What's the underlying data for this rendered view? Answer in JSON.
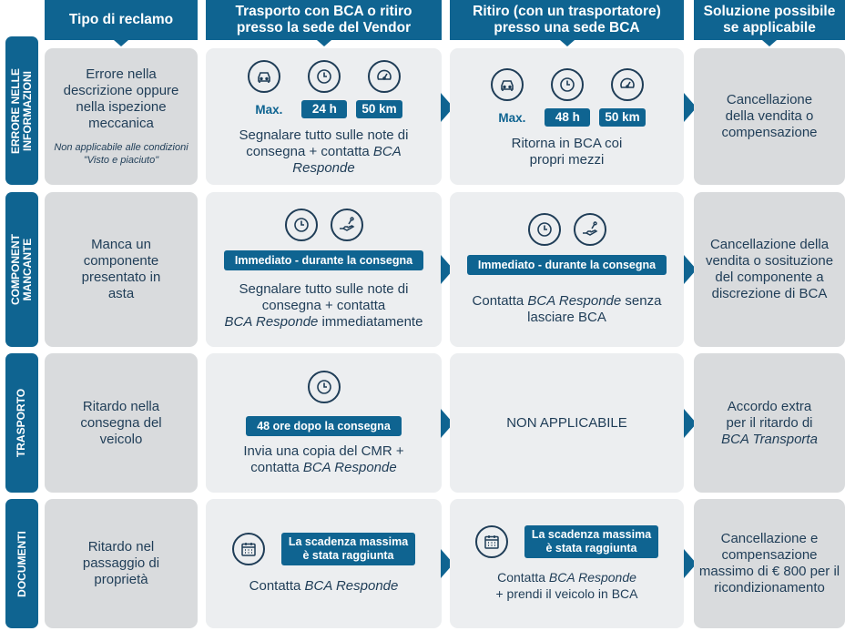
{
  "headers": [
    "Tipo di reclamo",
    "Trasporto con BCA o ritiro presso la sede del Vendor",
    "Ritiro (con un trasportatore) presso una sede BCA",
    "Soluzione possibile se applicabile"
  ],
  "rows": [
    {
      "label_lines": [
        "ERRORE NELLE",
        "INFORMAZIONI"
      ],
      "type_text": "Errore nella descrizione oppure nella ispezione meccanica",
      "type_note": "Non applicabile alle condizioni \"Visto e piaciuto\"",
      "col1": {
        "icons": [
          "car-icon",
          "clock-icon",
          "speedometer-icon"
        ],
        "max_label": "Max.",
        "badges": [
          "24 h",
          "50 km"
        ],
        "text_plain": "Segnalare tutto sulle note di consegna + contatta ",
        "text_italic": "BCA Responde"
      },
      "col2": {
        "icons": [
          "car-icon",
          "clock-icon",
          "speedometer-icon"
        ],
        "max_label": "Max.",
        "badges": [
          "48 h",
          "50 km"
        ],
        "text_plain": "Ritorna in BCA coi propri mezzi"
      },
      "solution": "Cancellazione della vendita o compensazione"
    },
    {
      "label_lines": [
        "COMPONENT",
        "MANCANTE"
      ],
      "type_text": "Manca un componente presentato in asta",
      "col1": {
        "icons": [
          "clock-icon",
          "hand-wrench-icon"
        ],
        "pill": "Immediato - durante la consegna",
        "text_plain_1": "Segnalare tutto sulle note di consegna + contatta",
        "text_italic": "BCA Responde",
        "text_plain_2": " immediatamente"
      },
      "col2": {
        "icons": [
          "clock-icon",
          "hand-wrench-icon"
        ],
        "pill": "Immediato - durante la consegna",
        "text_plain_1": "Contatta ",
        "text_italic": "BCA Responde",
        "text_plain_2": " senza lasciare BCA"
      },
      "solution": "Cancellazione della vendita o sosituzione del componente a discrezione di BCA"
    },
    {
      "label_lines": [
        "TRASPORTO"
      ],
      "type_text": "Ritardo nella consegna del veicolo",
      "col1": {
        "icons": [
          "clock-icon"
        ],
        "pill": "48 ore dopo la consegna",
        "text_plain": "Invia una copia del CMR + contatta ",
        "text_italic": "BCA Responde"
      },
      "col2": {
        "text_plain": "NON APPLICABILE"
      },
      "solution_plain": "Accordo extra per il ritardo di",
      "solution_italic": "BCA Transporta"
    },
    {
      "label_lines": [
        "DOCUMENTI"
      ],
      "type_text": "Ritardo nel passaggio di proprietà",
      "col1": {
        "icons": [
          "calendar-icon"
        ],
        "badge_lines": [
          "La scadenza massima",
          "è stata raggiunta"
        ],
        "text_plain": "Contatta ",
        "text_italic": "BCA Responde"
      },
      "col2": {
        "icons": [
          "calendar-icon"
        ],
        "badge_lines": [
          "La scadenza massima",
          "è stata raggiunta"
        ],
        "text_plain_1": "Contatta ",
        "text_italic": "BCA Responde",
        "text_plain_2": "+ prendi il veicolo in BCA"
      },
      "solution": "Cancellazione e compensazione massimo di € 800 per il ricondizionamento"
    }
  ],
  "colors": {
    "primary": "#0f6491",
    "dark_cell": "#d9dbdd",
    "light_cell": "#eceef0",
    "text": "#1f3d57"
  }
}
